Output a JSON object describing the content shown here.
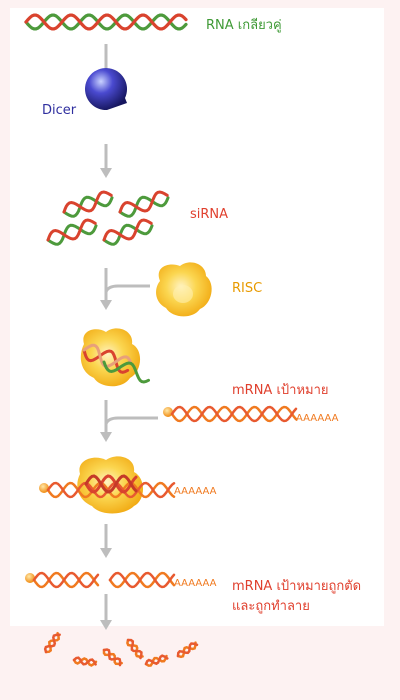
{
  "steps": {
    "dsrna_label": "RNA เกลียวคู่",
    "dicer_label": "Dicer",
    "sirna_label": "siRNA",
    "risc_label": "RISC",
    "target_label": "mRNA เป้าหมาย",
    "cleaved_label_line1": "mRNA เป้าหมายถูกตัด",
    "cleaved_label_line2": "และถูกทำลาย",
    "poly_a": "AAAAAA"
  },
  "colors": {
    "background": "#fdf2f2",
    "panel": "#ffffff",
    "dsrna_label": "#3f9a36",
    "dicer_label": "#2f2f9f",
    "sirna_label": "#e0402e",
    "risc_label": "#e89a00",
    "target_label": "#e0402e",
    "arrow": "#bdbdbd",
    "strand_green": "#4d9a3c",
    "strand_red": "#d9432e",
    "strand_orange": "#f07a20",
    "risc_fill": "#f8cc3a",
    "dicer_fill": "#2b2ba0"
  },
  "icons": {
    "dicer": "pacman-sphere-icon",
    "risc": "blob-complex-icon",
    "arrow": "down-arrow-icon"
  }
}
